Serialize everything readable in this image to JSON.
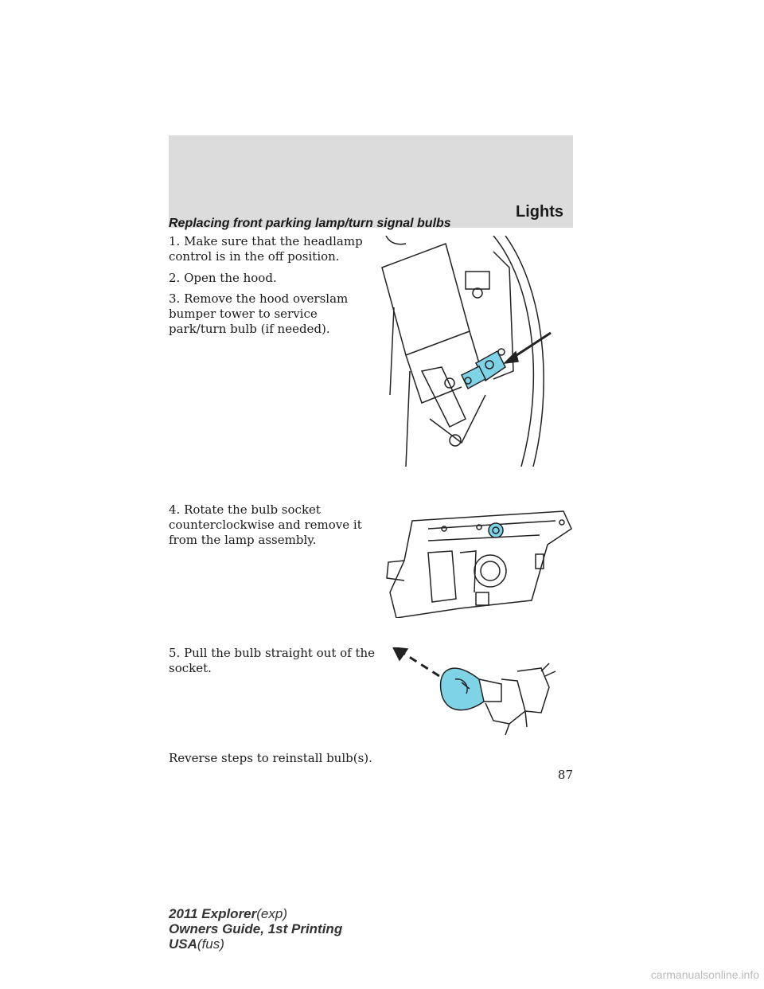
{
  "header": {
    "section": "Lights"
  },
  "heading": "Replacing front parking lamp/turn signal bulbs",
  "steps": [
    "1. Make sure that the headlamp control is in the off position.",
    "2. Open the hood.",
    "3. Remove the hood overslam bumper tower to service park/turn bulb (if needed).",
    "4. Rotate the bulb socket counterclockwise and remove it from the lamp assembly.",
    "5. Pull the bulb straight out of the socket.",
    "Reverse steps to reinstall bulb(s)."
  ],
  "page_number": "87",
  "footer": {
    "line1_bold": "2011 Explorer",
    "line1_light": "(exp)",
    "line2": "Owners Guide, 1st Printing",
    "line3_bold": "USA",
    "line3_light": "(fus)"
  },
  "watermark": "carmanualsonline.info",
  "colors": {
    "header_band": "#dcdcdc",
    "highlight": "#7fd3e6"
  }
}
